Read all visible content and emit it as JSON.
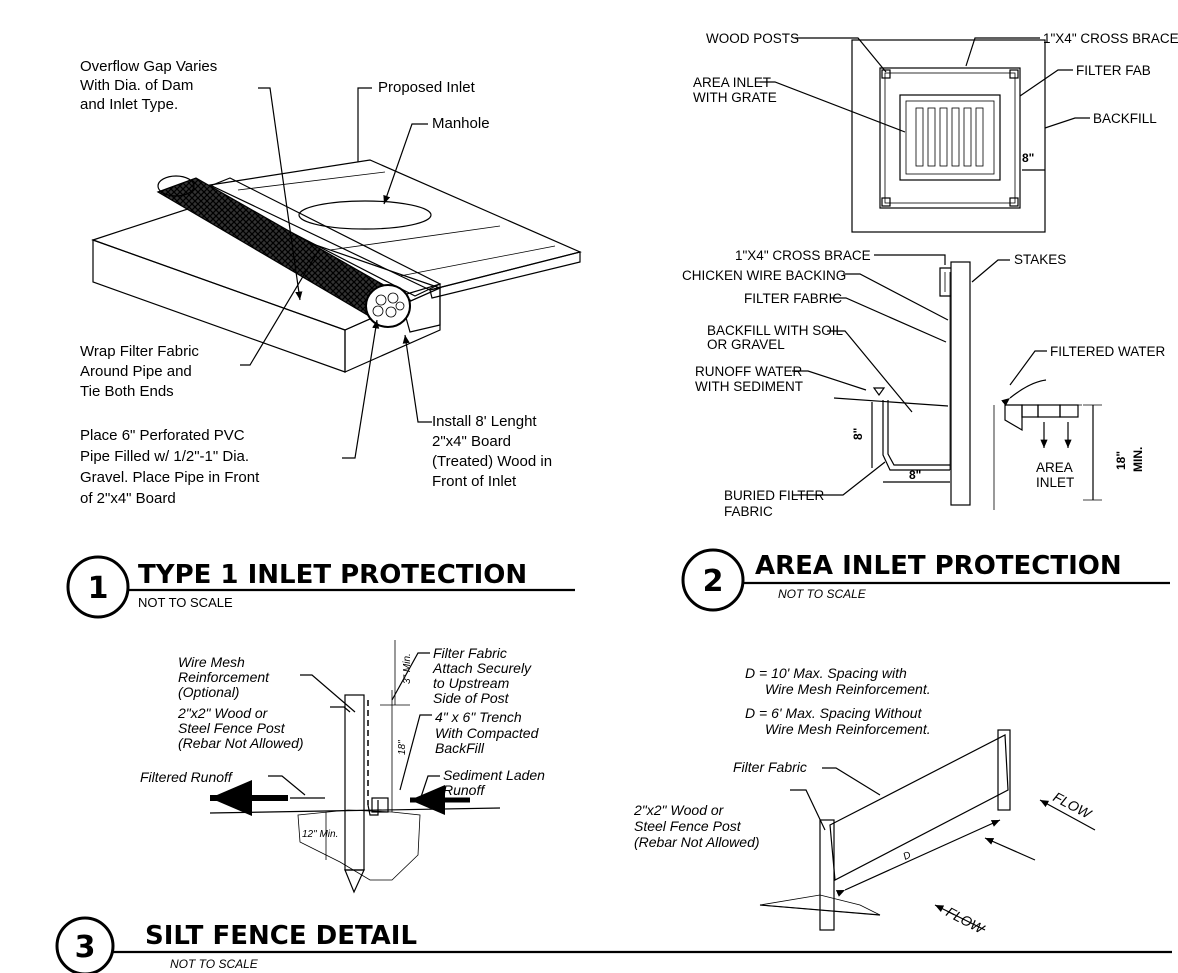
{
  "detail1": {
    "number": "1",
    "title": "TYPE 1 INLET PROTECTION",
    "scale": "NOT TO SCALE",
    "labels": {
      "overflow": [
        "Overflow Gap Varies",
        "With Dia. of Dam",
        "and Inlet Type."
      ],
      "proposed_inlet": "Proposed Inlet",
      "manhole": "Manhole",
      "wrap": [
        "Wrap Filter Fabric",
        "Around Pipe and",
        "Tie Both Ends"
      ],
      "place_pipe": [
        "Place 6\" Perforated PVC",
        "Pipe Filled w/ 1/2\"-1\" Dia.",
        "Gravel. Place Pipe in Front",
        "of 2\"x4\" Board"
      ],
      "install_board": [
        "Install 8' Lenght",
        "2\"x4\" Board",
        "(Treated) Wood in",
        "Front of Inlet"
      ]
    }
  },
  "detail2": {
    "number": "2",
    "title": "AREA INLET PROTECTION",
    "scale": "NOT TO SCALE",
    "labels": {
      "wood_posts": "WOOD POSTS",
      "cross_brace_top": "1\"X4\" CROSS BRACE",
      "area_inlet_grate": [
        "AREA INLET",
        "WITH GRATE"
      ],
      "filter_fabric_top": "FILTER FAB",
      "backfill": "BACKFILL",
      "dim_8_plan": "8\"",
      "cross_brace_sec": "1\"X4\" CROSS BRACE",
      "stakes": "STAKES",
      "chicken_wire": "CHICKEN WIRE BACKING",
      "filter_fabric_sec": "FILTER FABRIC",
      "backfill_soil": [
        "BACKFILL WITH SOIL",
        "OR GRAVEL"
      ],
      "filtered_water": "FILTERED WATER",
      "runoff": [
        "RUNOFF WATER",
        "WITH SEDIMENT"
      ],
      "dim_8_vert": "8\"",
      "dim_8_horiz": "8\"",
      "area_inlet": [
        "AREA",
        "INLET"
      ],
      "dim_18": "18\"",
      "min": "MIN.",
      "buried": [
        "BURIED FILTER",
        "FABRIC"
      ]
    }
  },
  "detail3": {
    "number": "3",
    "title": "SILT FENCE DETAIL",
    "scale": "NOT TO SCALE",
    "labels": {
      "wire_mesh": [
        "Wire Mesh",
        "Reinforcement",
        "(Optional)"
      ],
      "filter_attach": [
        "Filter Fabric",
        "Attach Securely",
        "to Upstream",
        "Side of Post"
      ],
      "post": [
        "2\"x2\" Wood or",
        "Steel Fence Post",
        "(Rebar Not Allowed)"
      ],
      "trench": [
        "4\" x 6\" Trench",
        "With Compacted",
        "BackFill"
      ],
      "filtered_runoff": "Filtered Runoff",
      "sediment": [
        "Sediment Laden",
        "Runoff"
      ],
      "dim_3": "3\" Min.",
      "dim_18": "18\"",
      "dim_12": "12\" Min.",
      "spacing1": [
        "D = 10' Max. Spacing with",
        "Wire Mesh Reinforcement."
      ],
      "spacing2": [
        "D = 6' Max. Spacing Without",
        "Wire Mesh Reinforcement."
      ],
      "filter_fabric": "Filter Fabric",
      "post_right": [
        "2\"x2\" Wood or",
        "Steel Fence Post",
        "(Rebar Not Allowed)"
      ],
      "flow1": "FLOW",
      "flow2": "FLOW",
      "d_label": "D"
    }
  }
}
